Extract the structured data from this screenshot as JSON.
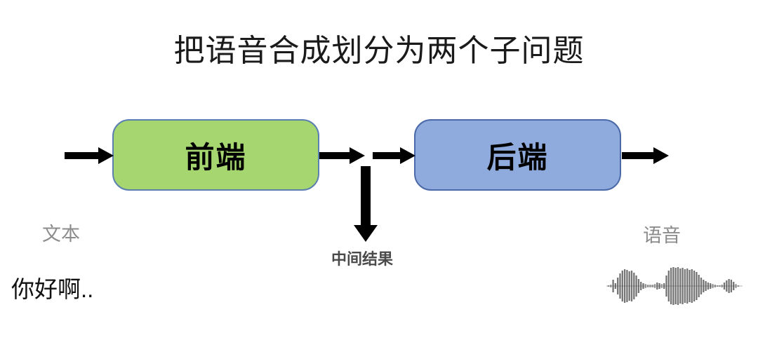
{
  "title": "把语音合成划分为两个子问题",
  "boxes": {
    "front": {
      "label": "前端"
    },
    "back": {
      "label": "后端"
    }
  },
  "labels": {
    "input": "文本",
    "intermediate": "中间结果",
    "output": "语音",
    "example": "你好啊.."
  },
  "colors": {
    "frontend_fill": "#a6d66f",
    "frontend_border": "#5b7fb0",
    "backend_fill": "#8faadc",
    "backend_border": "#4a69a8",
    "arrow": "#000000",
    "muted_label": "#8c8c8c",
    "intermediate_label": "#4a4a4a",
    "waveform": "#3f3f3f"
  },
  "waveform": {
    "envelope": [
      1,
      2,
      9,
      4,
      12,
      18,
      22,
      24,
      23,
      21,
      22,
      19,
      15,
      10,
      6,
      4,
      3,
      2,
      2,
      2,
      3,
      5,
      4,
      3,
      4,
      15,
      22,
      26,
      27,
      26,
      27,
      25,
      26,
      24,
      25,
      23,
      24,
      22,
      20,
      16,
      12,
      9,
      7,
      5,
      4,
      3,
      2,
      1,
      1,
      2,
      5,
      8,
      10,
      9,
      6,
      3,
      1
    ]
  }
}
